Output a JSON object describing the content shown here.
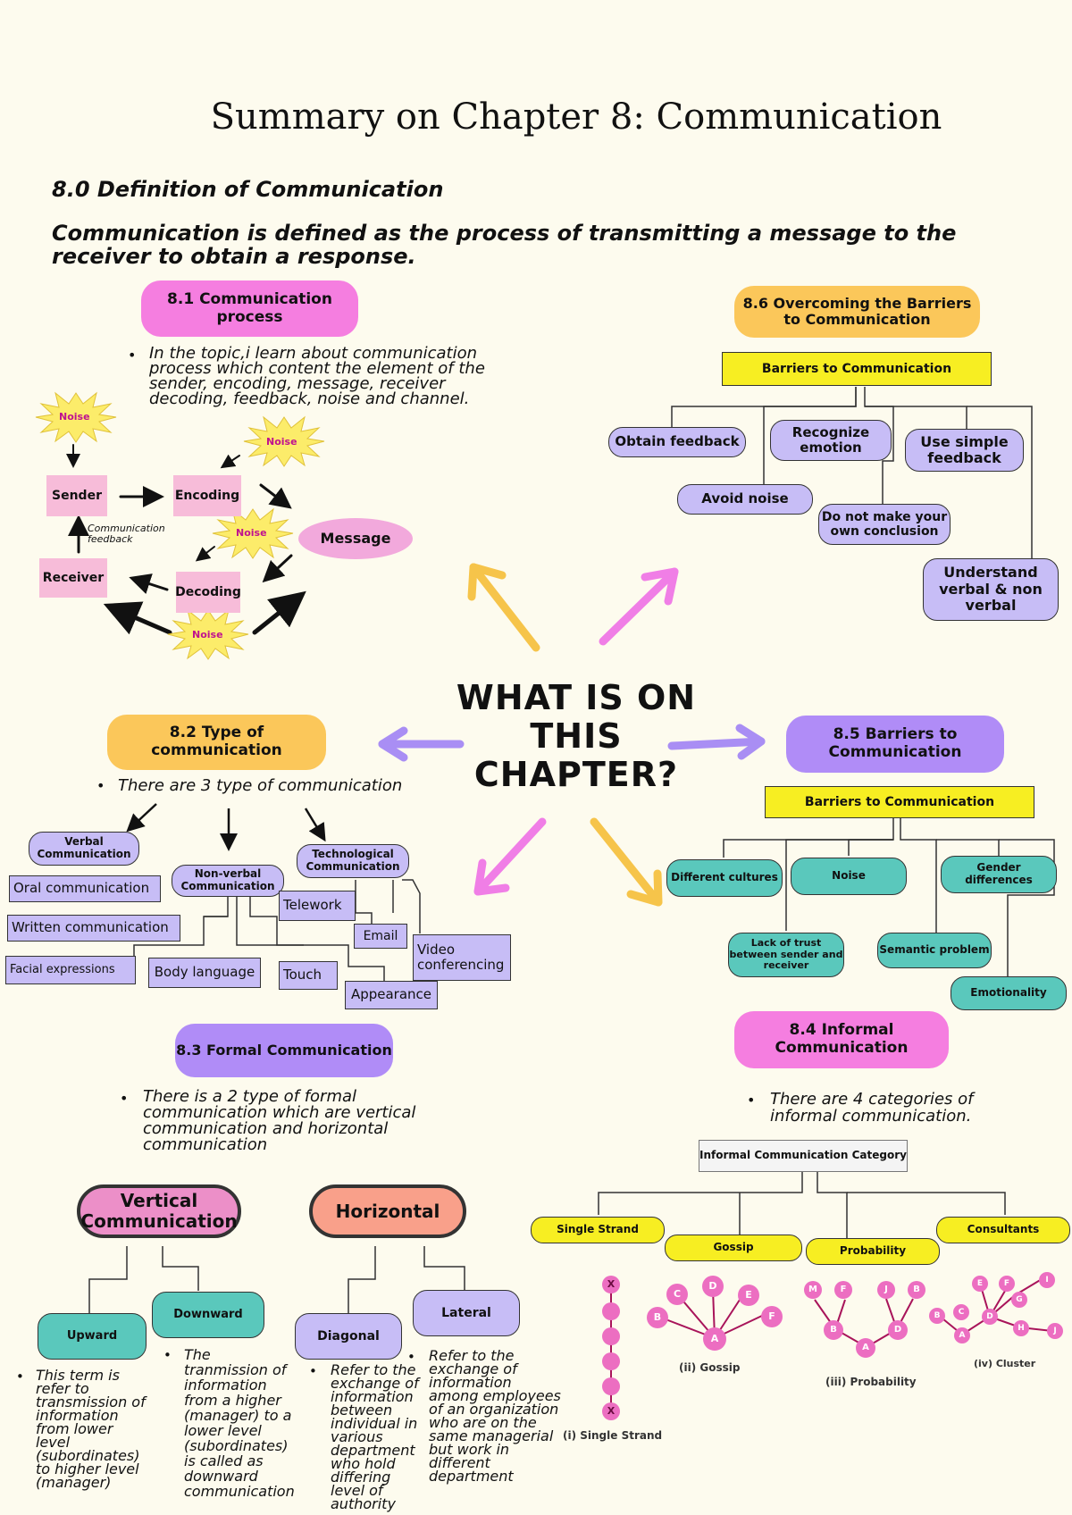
{
  "title": "Summary on Chapter 8: Communication",
  "definition": {
    "heading": "8.0 Definition of Communication",
    "text": "Communication is defined as the process of transmitting a message to the receiver to obtain a response."
  },
  "center": {
    "line1": "WHAT IS ON",
    "line2": "THIS",
    "line3": "CHAPTER?"
  },
  "s81": {
    "title": "8.1 Communication process",
    "bullet": "In the topic,i learn about communication process which content the element of the sender, encoding, message, receiver decoding,    feedback, noise and channel.",
    "noise": "Noise",
    "sender": "Sender",
    "encoding": "Encoding",
    "message": "Message",
    "receiver": "Receiver",
    "decoding": "Decoding",
    "feedback": "Communication feedback"
  },
  "s86": {
    "title": "8.6 Overcoming the Barriers to Communication",
    "root": "Barriers to Communication",
    "items": [
      "Obtain feedback",
      "Recognize emotion",
      "Use simple feedback",
      "Avoid noise",
      "Do not make your own conclusion",
      "Understand verbal & non verbal"
    ]
  },
  "s82": {
    "title": "8.2 Type of communication",
    "bullet": "There are 3 type of communication",
    "verbal": "Verbal Communication",
    "nonverbal": "Non-verbal Communication",
    "tech": "Technological Communication",
    "oral": "Oral communication",
    "written": "Written communication",
    "facial": "Facial expressions",
    "body": "Body language",
    "touch": "Touch",
    "appearance": "Appearance",
    "telework": "Telework",
    "email": "Email",
    "video": "Video conferencing"
  },
  "s85": {
    "title": "8.5 Barriers to Communication",
    "root": "Barriers to Communication",
    "cultures": "Different cultures",
    "noise": "Noise",
    "gender": "Gender differences",
    "trust": "Lack of trust between sender and receiver",
    "semantic": "Semantic problem",
    "emotionality": "Emotionality"
  },
  "s83": {
    "title": "8.3 Formal Communication",
    "bullet": "There is a 2 type of formal communication which are vertical communication and horizontal communication",
    "vertical": "Vertical Communication",
    "horizontal": "Horizontal",
    "upward": "Upward",
    "downward": "Downward",
    "diagonal": "Diagonal",
    "lateral": "Lateral",
    "upward_text": "This term is refer to transmission of information from lower level (subordinates) to higher level (manager)",
    "downward_text": "The tranmission of information from a higher (manager) to a lower level (subordinates) is called as downward communication",
    "diagonal_text": "Refer to the exchange of information between individual in various department who hold differing level of authority",
    "lateral_text": "Refer to the exchange of information among employees of an organization who are on the same managerial but work in different department"
  },
  "s84": {
    "title": "8.4 Informal Communication",
    "bullet": "There are 4 categories of informal communication.",
    "root": "Informal Communication Category",
    "single": "Single Strand",
    "gossip": "Gossip",
    "probability": "Probability",
    "consultants": "Consultants",
    "cap_single": "(i) Single Strand",
    "cap_gossip": "(ii) Gossip",
    "cap_probability": "(iii) Probability",
    "cap_cluster": "(iv) Cluster",
    "x": "X",
    "letters": {
      "a": "A",
      "b": "B",
      "c": "C",
      "d": "D",
      "e": "E",
      "f": "F",
      "g": "G",
      "h": "H",
      "i": "I",
      "j": "J",
      "m": "M"
    }
  }
}
